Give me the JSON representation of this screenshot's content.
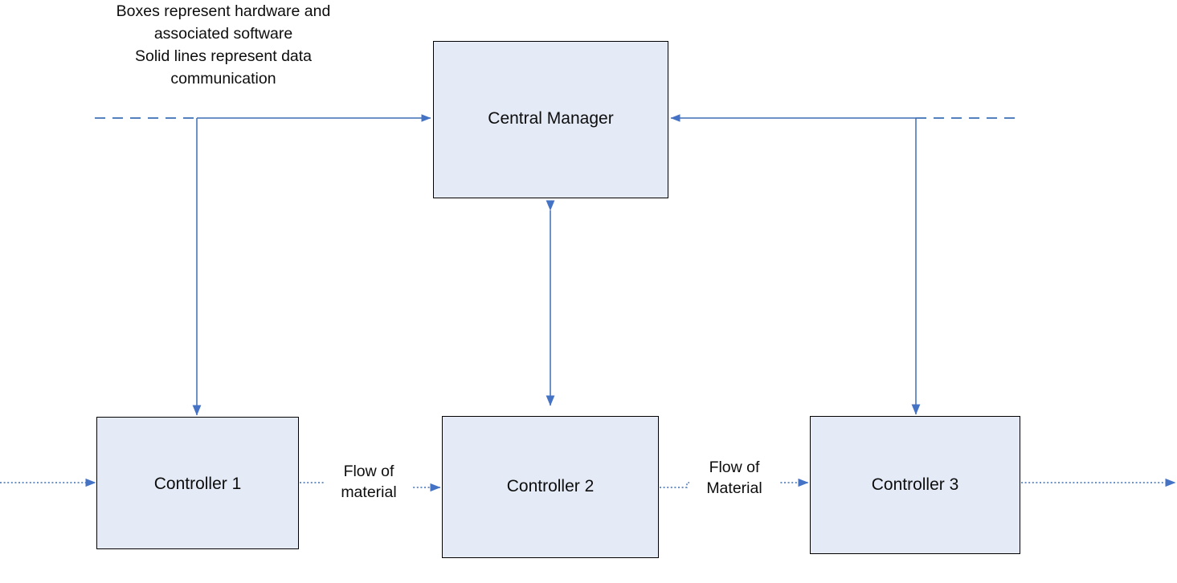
{
  "diagram": {
    "legend": {
      "lines": [
        "Boxes represent hardware and",
        "associated software",
        "Solid lines represent data",
        "communication"
      ],
      "text": "Boxes represent hardware and associated software Solid lines represent data communication"
    },
    "nodes": [
      {
        "id": "central-manager",
        "label": "Central Manager"
      },
      {
        "id": "controller-1",
        "label": "Controller 1"
      },
      {
        "id": "controller-2",
        "label": "Controller 2"
      },
      {
        "id": "controller-3",
        "label": "Controller 3"
      }
    ],
    "edge_labels": [
      {
        "id": "flow-1",
        "line1": "Flow of",
        "line2": "material"
      },
      {
        "id": "flow-2",
        "line1": "Flow of",
        "line2": "Material"
      }
    ],
    "colors": {
      "line_blue": "#4472c4",
      "line_blue_stroke": "#3d6fb5",
      "box_fill": "#e4ebf7",
      "box_border": "#000000",
      "text": "#0d0d0d",
      "background": "#ffffff"
    },
    "edges": [
      {
        "id": "controller1-to-central-manager",
        "style": "solid",
        "direction": "up-right",
        "arrow": "single"
      },
      {
        "id": "controller3-to-central-manager",
        "style": "solid",
        "direction": "up-left",
        "arrow": "single"
      },
      {
        "id": "central-manager-to-controller2",
        "style": "solid",
        "direction": "vertical",
        "arrow": "double"
      },
      {
        "id": "data-bus-left-extension",
        "style": "dashed",
        "direction": "horizontal",
        "arrow": "none"
      },
      {
        "id": "data-bus-right-extension",
        "style": "dashed",
        "direction": "horizontal",
        "arrow": "none"
      },
      {
        "id": "material-in-to-controller1",
        "style": "dotted",
        "direction": "right",
        "arrow": "single"
      },
      {
        "id": "material-controller1-to-controller2",
        "style": "dotted",
        "direction": "right",
        "arrow": "single"
      },
      {
        "id": "material-controller2-to-controller3",
        "style": "dotted",
        "direction": "right",
        "arrow": "single"
      },
      {
        "id": "material-out-from-controller3",
        "style": "dotted",
        "direction": "right",
        "arrow": "single"
      }
    ]
  }
}
